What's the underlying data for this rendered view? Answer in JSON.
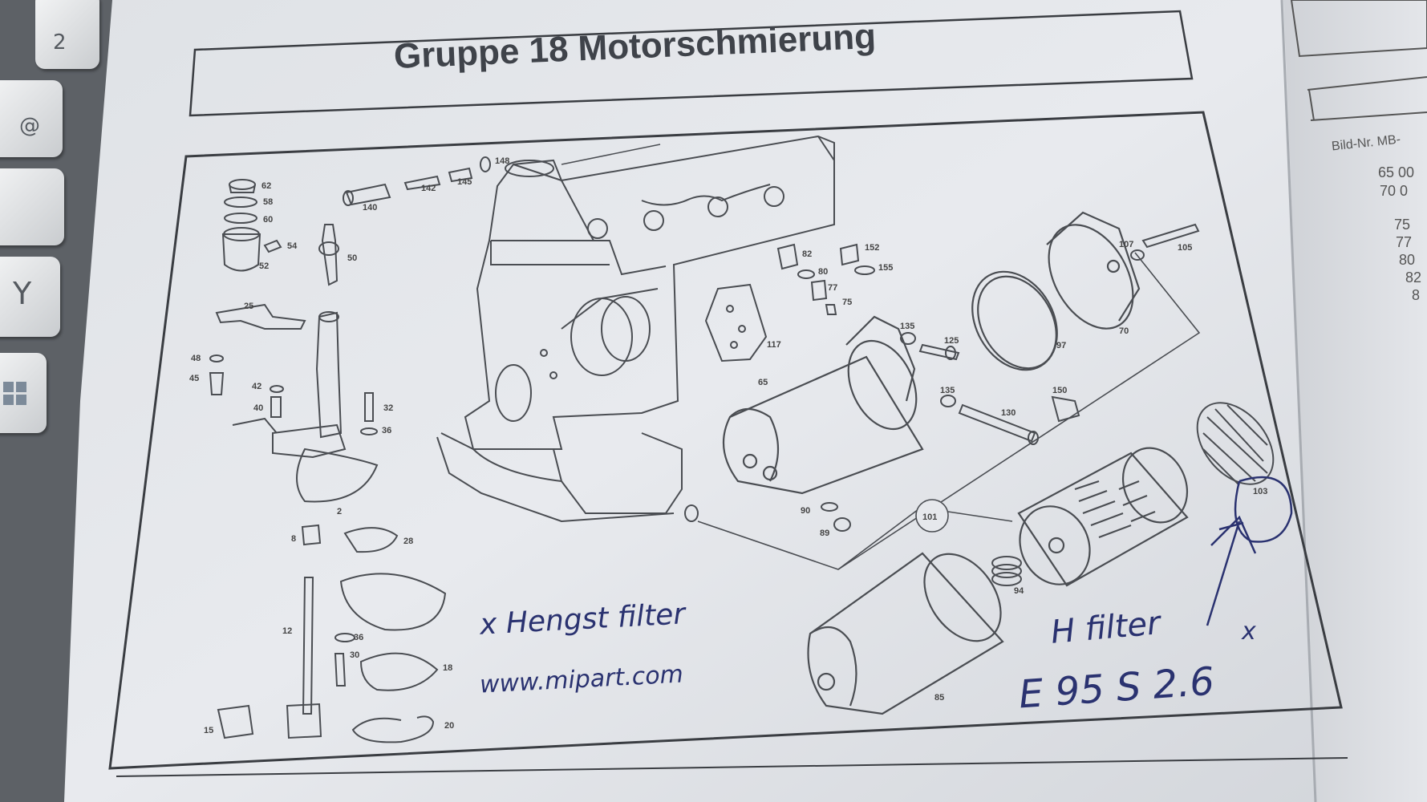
{
  "page": {
    "title": "Gruppe 18 Motorschmierung"
  },
  "keyboard": {
    "keys": [
      "2",
      "@",
      "Y"
    ]
  },
  "right_page": {
    "header": "Bild-Nr.  MB-",
    "rows": [
      "65  00",
      "70  0",
      "75",
      "77",
      "80",
      "82",
      "8"
    ]
  },
  "part_numbers": {
    "p62": "62",
    "p58": "58",
    "p60": "60",
    "p52": "52",
    "p54": "54",
    "p50": "50",
    "p140": "140",
    "p142": "142",
    "p145": "145",
    "p148": "148",
    "p25": "25",
    "p48": "48",
    "p45": "45",
    "p42": "42",
    "p40": "40",
    "p32": "32",
    "p36a": "36",
    "p2": "2",
    "p8": "8",
    "p28": "28",
    "p12": "12",
    "p36b": "36",
    "p30": "30",
    "p18": "18",
    "p15": "15",
    "p20": "20",
    "p82": "82",
    "p80": "80",
    "p77": "77",
    "p75": "75",
    "p152": "152",
    "p155": "155",
    "p117": "117",
    "p65": "65",
    "p135a": "135",
    "p125": "125",
    "p135b": "135",
    "p130": "130",
    "p150": "150",
    "p97": "97",
    "p70": "70",
    "p107": "107",
    "p105": "105",
    "p90": "90",
    "p89": "89",
    "p101": "101",
    "p94": "94",
    "p103": "103",
    "p85": "85"
  },
  "handwriting": {
    "brand": "x Hengst filter",
    "url": "www.mipart.com",
    "filter_label": "H filter",
    "filter_code": "E 95 S 2.6",
    "mark": "x"
  }
}
